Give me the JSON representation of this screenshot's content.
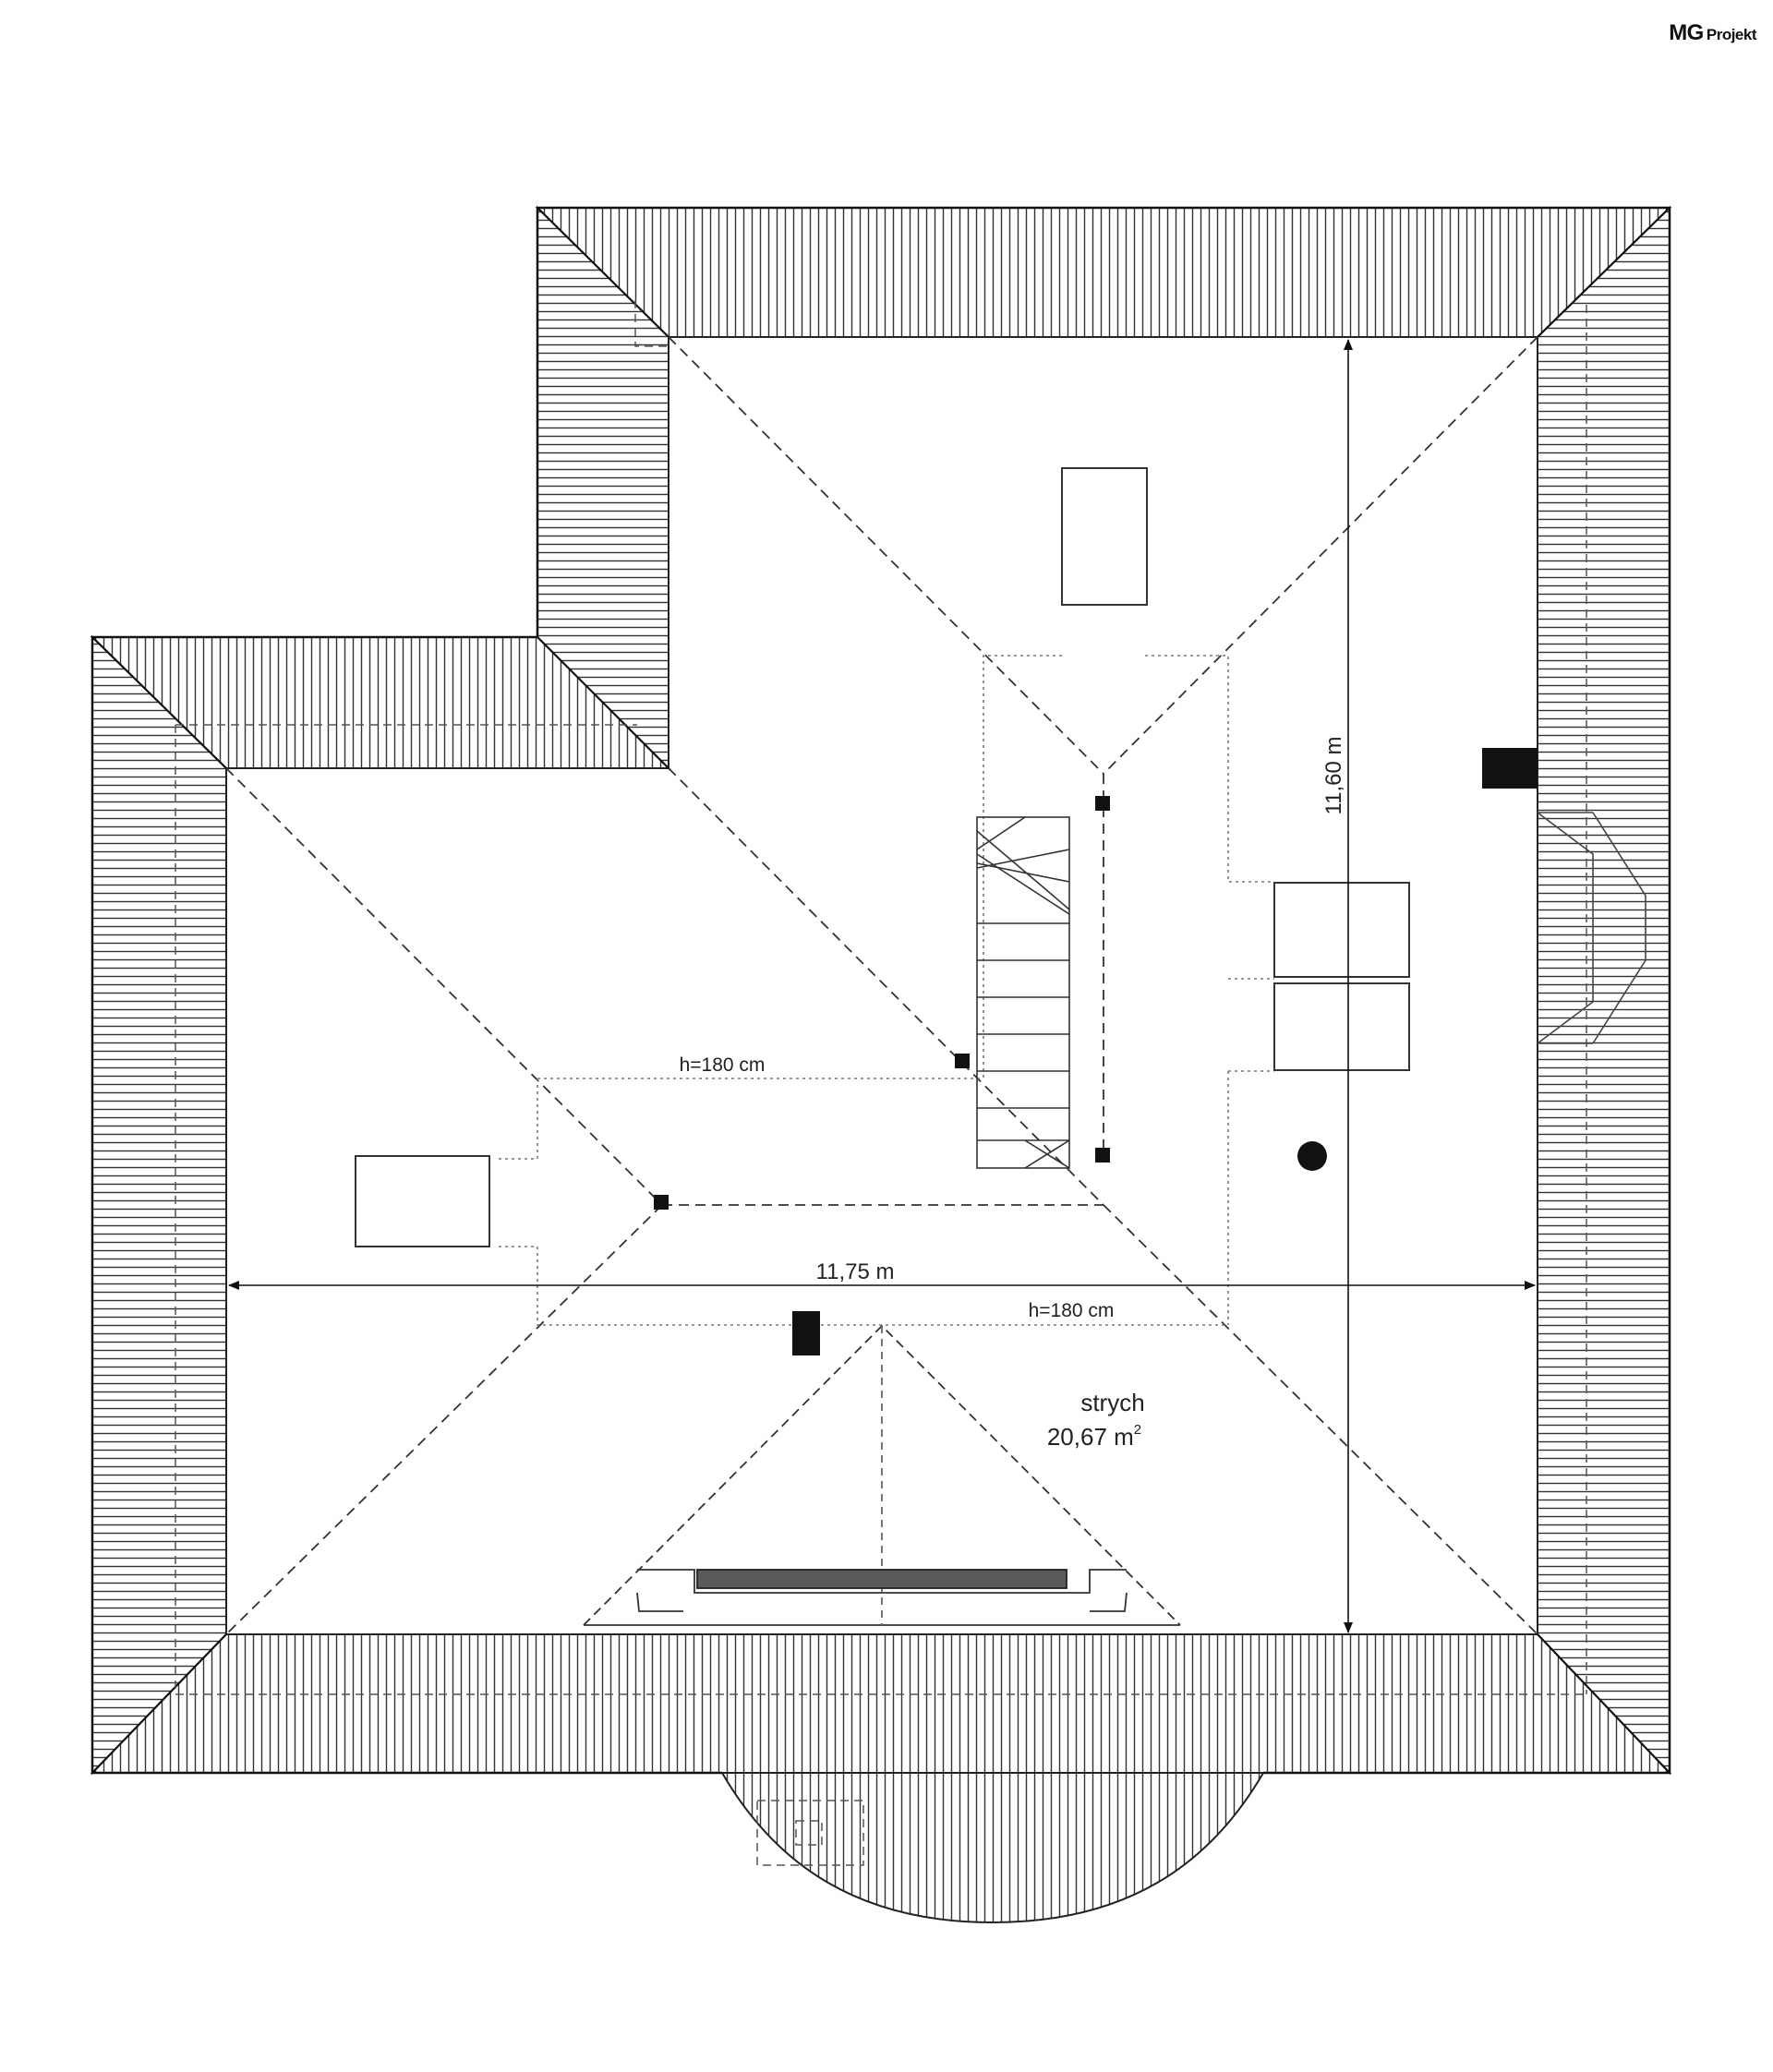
{
  "logo": {
    "brand": "MG",
    "suffix": "Projekt"
  },
  "plan": {
    "dim_width": "11,75 m",
    "dim_depth": "11,60 m",
    "height_label_upper": "h=180 cm",
    "height_label_lower": "h=180 cm",
    "room_name": "strych",
    "room_area_value": "20,67 m",
    "room_area_exp": "2"
  }
}
